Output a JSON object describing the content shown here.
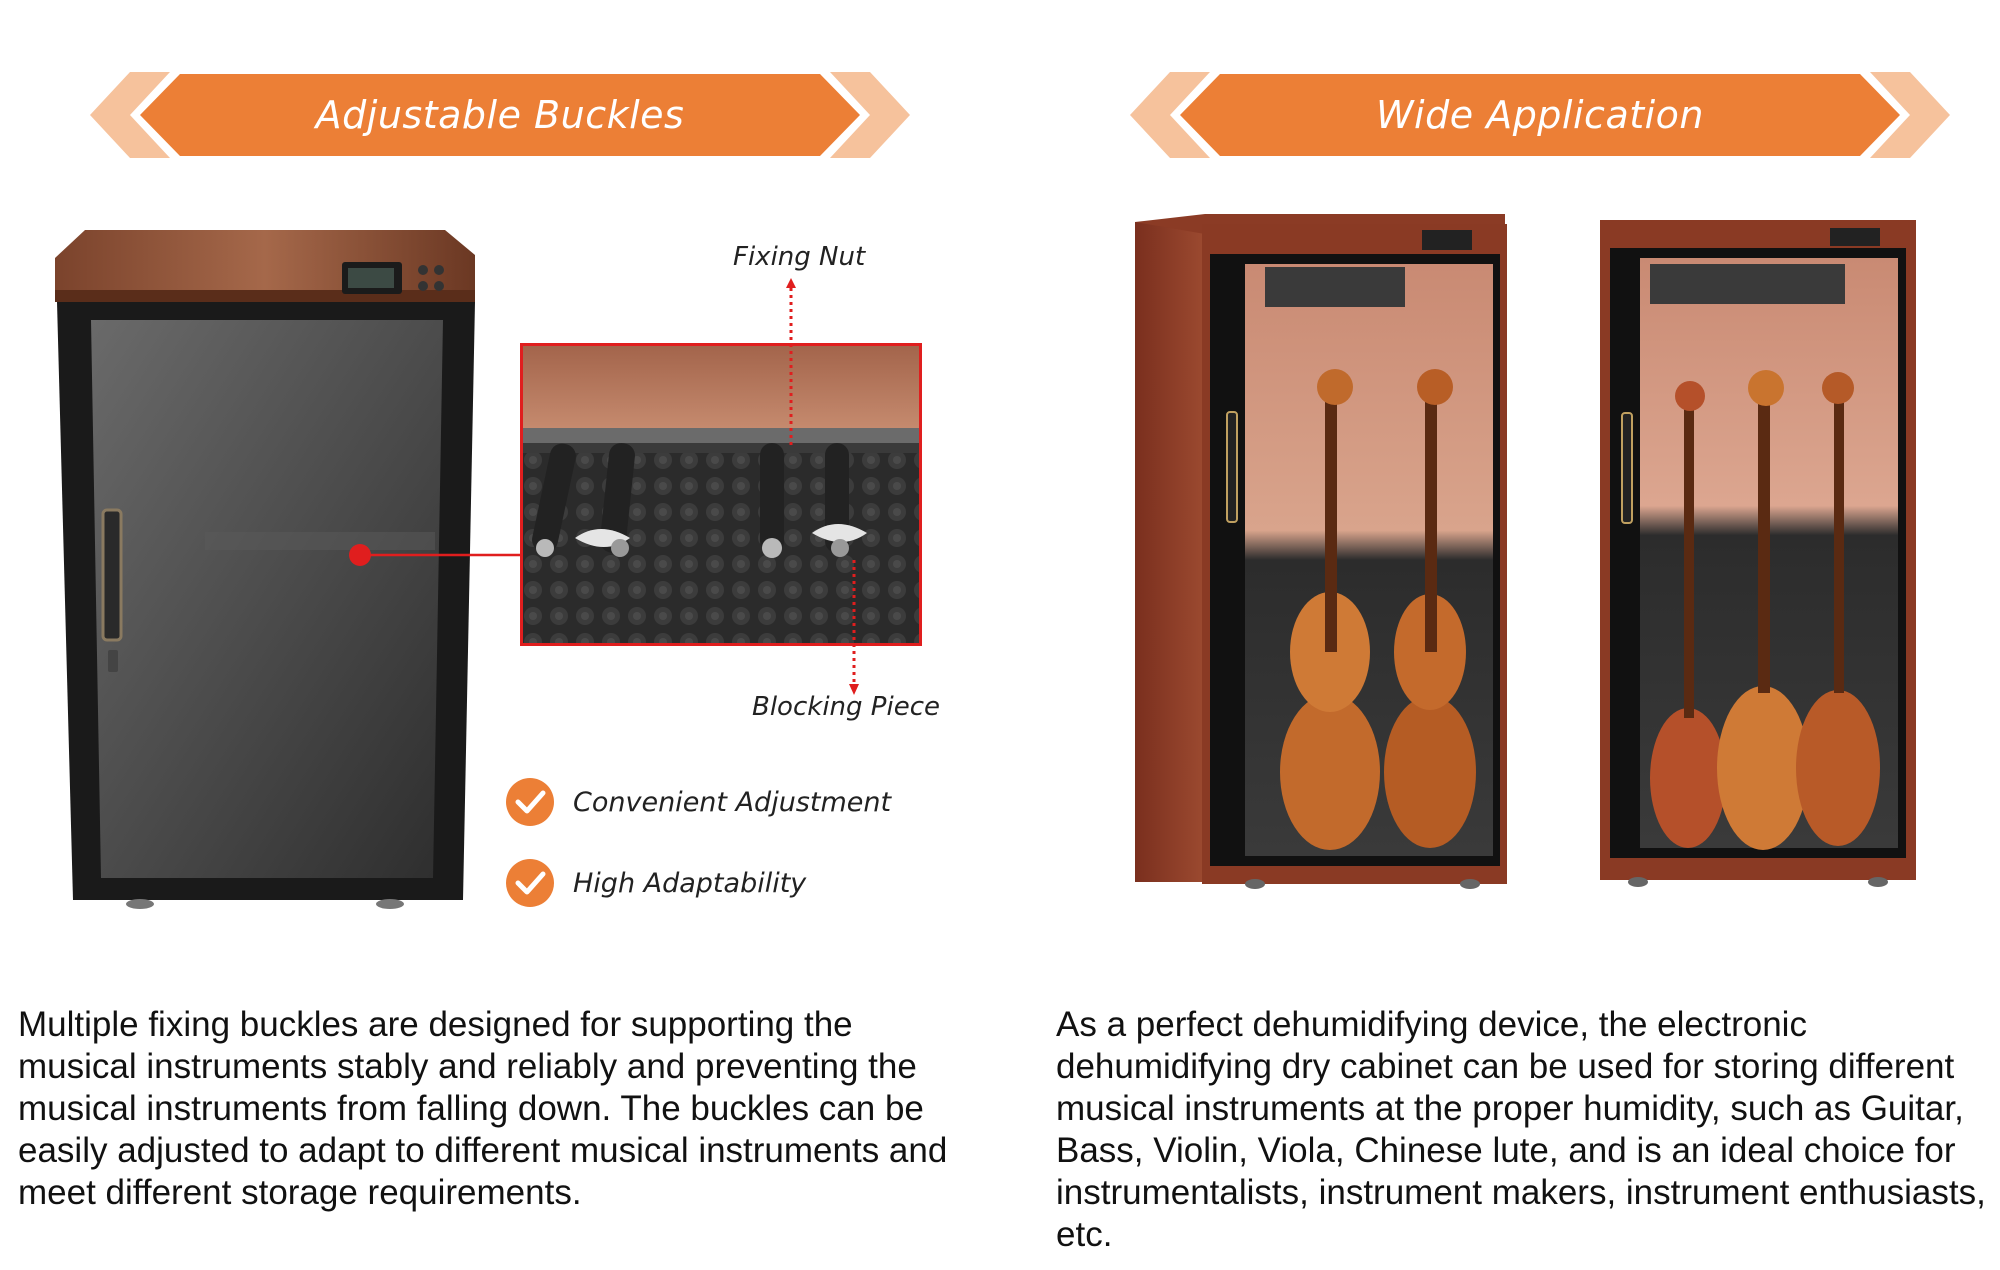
{
  "left_section": {
    "banner_title": "Adjustable Buckles",
    "callouts": {
      "fixing_nut": "Fixing Nut",
      "blocking_piece": "Blocking Piece"
    },
    "features": [
      {
        "label": "Convenient Adjustment",
        "icon": "check-circle-icon"
      },
      {
        "label": "High Adaptability",
        "icon": "check-circle-icon"
      }
    ],
    "description": "Multiple fixing buckles are designed for supporting the musical instruments stably and reliably and preventing the musical instruments from falling down. The buckles can be easily adjusted to adapt to different musical instruments and meet different storage requirements."
  },
  "right_section": {
    "banner_title": "Wide Application",
    "description": "As a perfect dehumidifying device, the electronic dehumidifying dry cabinet can be used for storing different musical instruments at the proper humidity, such as Guitar, Bass, Violin, Viola, Chinese lute, and is an ideal choice for instrumentalists, instrument makers, instrument enthusiasts, etc."
  },
  "colors": {
    "accent": "#ec7f36",
    "accent_light": "#f6c29c",
    "callout_red": "#e01e1e",
    "wood": "#7a3a22"
  }
}
